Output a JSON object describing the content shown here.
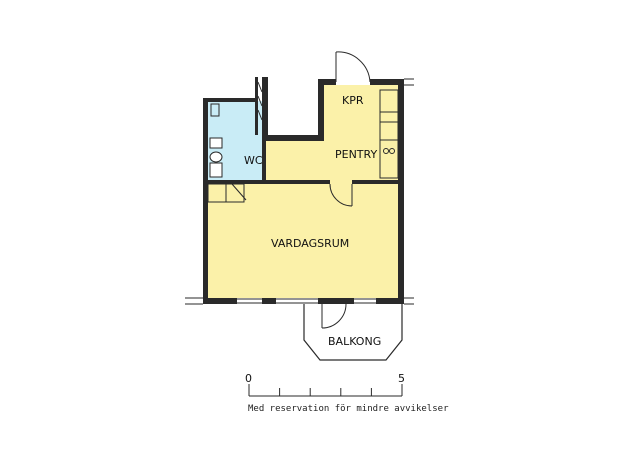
{
  "colors": {
    "living_fill": "#fbf1a9",
    "wc_fill": "#c9ecf6",
    "wall": "#2a2a2a",
    "background": "#ffffff"
  },
  "rooms": {
    "wc": "WC",
    "kpr": "KPR",
    "pentry": "PENTRY",
    "vardagsrum": "VARDAGSRUM",
    "balkong": "BALKONG"
  },
  "scale": {
    "start_label": "0",
    "end_label": "5",
    "ticks": 6
  },
  "caption": "Med reservation för mindre avvikelser"
}
